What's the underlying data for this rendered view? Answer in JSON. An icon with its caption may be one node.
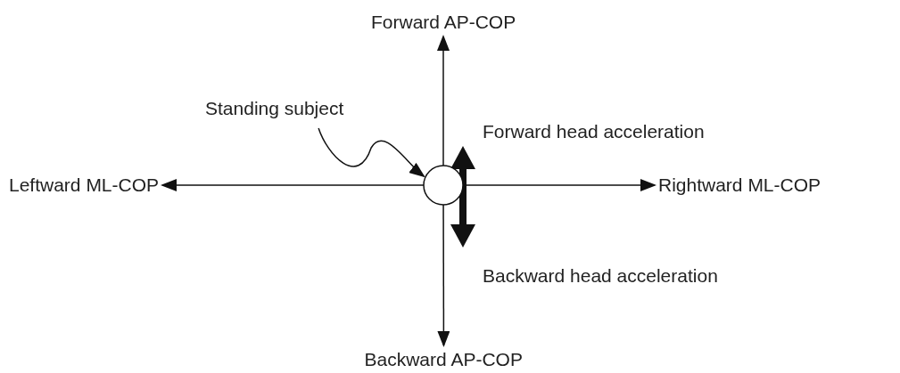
{
  "diagram": {
    "nodes": [
      {
        "text": [],
        "shape": "circle"
      },
      {
        "text": [
          "Standing subject"
        ]
      },
      {
        "text": [
          "Forward AP-COP"
        ]
      },
      {
        "text": [
          "Backward AP-COP"
        ]
      },
      {
        "text": [
          "Leftward ML-COP"
        ]
      },
      {
        "text": [
          "Rightward ML-COP"
        ]
      }
    ],
    "edges": [
      {
        "from": 1,
        "to": 0,
        "arrow": "to"
      },
      {
        "from": 0,
        "to": 2,
        "arrow": "to"
      },
      {
        "from": 0,
        "to": 3,
        "arrow": "to"
      },
      {
        "from": 0,
        "to": 4,
        "arrow": "to"
      },
      {
        "from": 0,
        "to": 5,
        "arrow": "to"
      }
    ],
    "labels": [
      "Forward head acceleration",
      "Backward head acceleration"
    ]
  }
}
